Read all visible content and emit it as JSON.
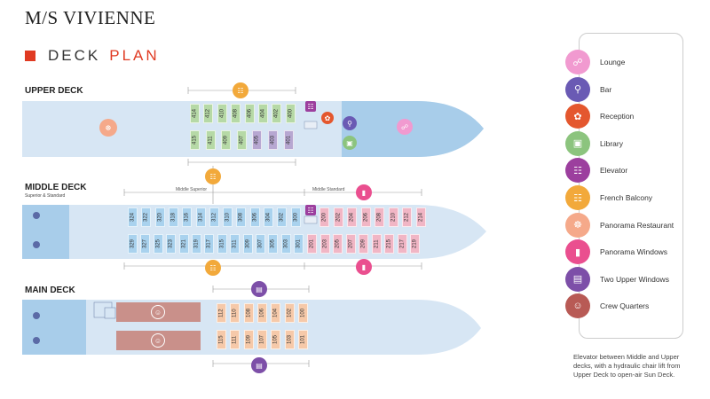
{
  "ship_name": "M/S VIVIENNE",
  "plan_title_part1": "DECK",
  "plan_title_part2": "PLAN",
  "colors": {
    "accent_red": "#e03a22",
    "deck_fill": "#d7e6f4",
    "bow_fill": "#a8cdea",
    "cabin_green": "#b6d9a6",
    "cabin_blue": "#a9d2ee",
    "cabin_purple": "#b7a7d1",
    "cabin_pink": "#f1b6c5",
    "cabin_peach": "#f6c9a9"
  },
  "decks": {
    "upper": {
      "label": "UPPER DECK",
      "top_row": [
        "414",
        "412",
        "410",
        "408",
        "406",
        "404",
        "402",
        "400"
      ],
      "bottom_row": [
        "415",
        "411",
        "409",
        "407",
        "405",
        "403",
        "401"
      ]
    },
    "middle": {
      "label": "MIDDLE DECK",
      "sub": "Superior & Standard",
      "superior_label": "Middle Superior",
      "standard_label": "Middle Standard",
      "top_row_superior": [
        "324",
        "322",
        "320",
        "318",
        "316",
        "314",
        "312",
        "310",
        "308",
        "306",
        "304",
        "302",
        "300"
      ],
      "bottom_row_superior": [
        "329",
        "327",
        "325",
        "323",
        "321",
        "319",
        "317",
        "315",
        "311",
        "309",
        "307",
        "305",
        "303",
        "301"
      ],
      "top_row_standard": [
        "200",
        "202",
        "204",
        "206",
        "208",
        "210",
        "212",
        "214"
      ],
      "bottom_row_standard": [
        "201",
        "203",
        "205",
        "207",
        "209",
        "211",
        "215",
        "217",
        "219"
      ]
    },
    "main": {
      "label": "MAIN DECK",
      "top_row": [
        "112",
        "110",
        "108",
        "106",
        "104",
        "102",
        "100"
      ],
      "bottom_row": [
        "115",
        "111",
        "109",
        "107",
        "105",
        "103",
        "101"
      ]
    }
  },
  "legend": [
    {
      "label": "Lounge",
      "icon": "sofa-icon",
      "color": "#f19ad0"
    },
    {
      "label": "Bar",
      "icon": "glasses-icon",
      "color": "#6a5ab4"
    },
    {
      "label": "Reception",
      "icon": "bell-icon",
      "color": "#e4572e"
    },
    {
      "label": "Library",
      "icon": "book-icon",
      "color": "#8cc47e"
    },
    {
      "label": "Elevator",
      "icon": "elevator-icon",
      "color": "#9c3f9e"
    },
    {
      "label": "French Balcony",
      "icon": "door-icon",
      "color": "#f2a93b"
    },
    {
      "label": "Panorama Restaurant",
      "icon": "dining-icon",
      "color": "#f5a98a"
    },
    {
      "label": "Panorama Windows",
      "icon": "window-icon",
      "color": "#ea4f8f"
    },
    {
      "label": "Two Upper Windows",
      "icon": "two-windows-icon",
      "color": "#7d4fa8"
    },
    {
      "label": "Crew Quarters",
      "icon": "crew-icon",
      "color": "#b85a55"
    }
  ],
  "note": "Elevator between Middle and Upper decks, with a hydraulic chair lift from Upper Deck to open-air Sun Deck."
}
